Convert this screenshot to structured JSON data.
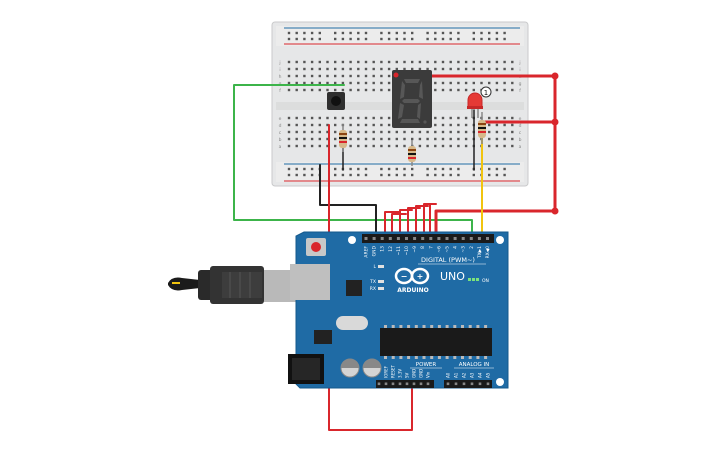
{
  "board": {
    "brand_name": "UNO",
    "logo_text": "ARDUINO",
    "digital_header": "DIGITAL (PWM~)",
    "digital_pins": [
      "AREF",
      "GND",
      "13",
      "12",
      "~11",
      "~10",
      "~9",
      "8",
      "7",
      "~6",
      "~5",
      "4",
      "~3",
      "2",
      "TX▶1",
      "RX◀0"
    ],
    "power_header": "POWER",
    "analog_header": "ANALOG IN",
    "power_pins": [
      "IOREF",
      "RESET",
      "3.3V",
      "5V",
      "GND",
      "GND",
      "Vin"
    ],
    "analog_pins": [
      "A0",
      "A1",
      "A2",
      "A3",
      "A4",
      "A5"
    ],
    "led_labels": [
      "L",
      "TX",
      "RX"
    ],
    "on_label": "ON"
  },
  "breadboard": {
    "row_letters": [
      "a",
      "b",
      "c",
      "d",
      "e",
      "f",
      "g",
      "h",
      "i",
      "j"
    ],
    "column_count": 30
  },
  "led_label": "1",
  "wire_colors": {
    "green": "#3cb44a",
    "black": "#222222",
    "red": "#d9262c",
    "yellow": "#f1c40f"
  },
  "colors": {
    "board_blue": "#1f6ba5",
    "board_dark": "#155a8c",
    "breadboard": "#eceded",
    "segment_body": "#3b3b3b",
    "led_red": "#e53935"
  }
}
